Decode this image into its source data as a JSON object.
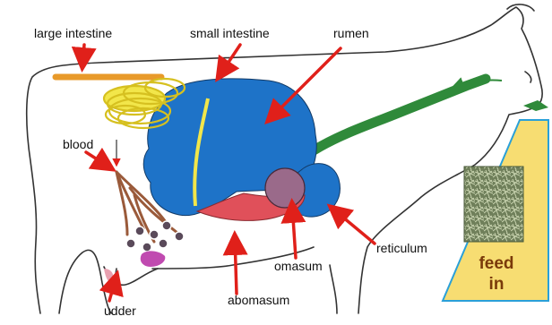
{
  "labels": {
    "large_intestine": "large intestine",
    "small_intestine": "small intestine",
    "rumen": "rumen",
    "blood": "blood",
    "omasum": "omasum",
    "reticulum": "reticulum",
    "abomasum": "abomasum",
    "udder": "udder"
  },
  "feed_box": {
    "line1": "feed",
    "line2": "in"
  },
  "colors": {
    "rumen": "#1e73c8",
    "reticulum": "#1e73c8",
    "abomasum": "#e0505a",
    "omasum": "#9a6a8a",
    "small_intestine": "#f2e64a",
    "large_intestine": "#e89a2a",
    "esophagus": "#2f8a3a",
    "blood_vessels": "#9a5a3a",
    "arrow": "#e0201a",
    "feed_box": "#f7dd72",
    "feed_box_border": "#2aa0d8"
  }
}
